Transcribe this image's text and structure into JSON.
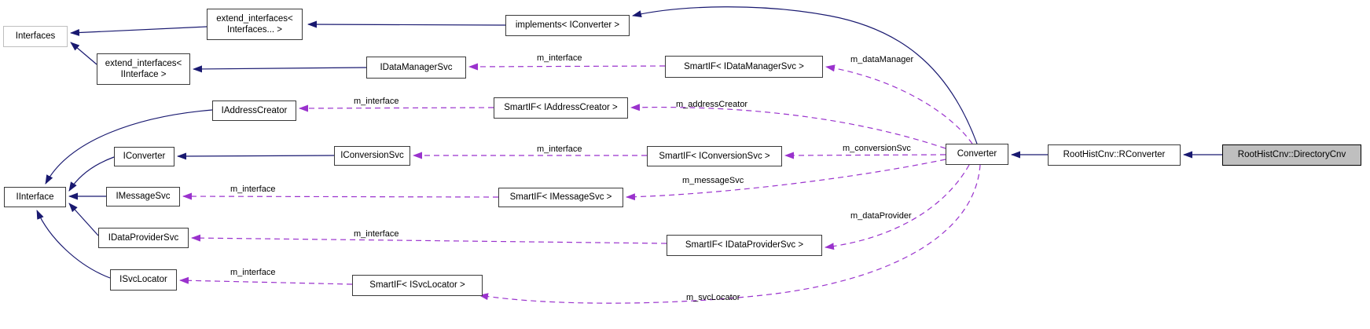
{
  "diagram": {
    "kind": "collaboration-graph",
    "highlighted_node": "RootHistCnv::DirectoryCnv",
    "colors": {
      "inheritance_edge": "#191970",
      "usage_edge": "#9a32cd",
      "highlight_fill": "#bfbfbf",
      "node_border": "#3a3a3a",
      "external_border": "#bfbfbf",
      "background": "#ffffff"
    },
    "nodes": [
      {
        "label": "Interfaces"
      },
      {
        "label": "extend_interfaces<\nInterfaces... >"
      },
      {
        "label": "implements< IConverter >"
      },
      {
        "label": "extend_interfaces<\nIInterface >"
      },
      {
        "label": "IDataManagerSvc"
      },
      {
        "label": "SmartIF< IDataManagerSvc >"
      },
      {
        "label": "IAddressCreator"
      },
      {
        "label": "SmartIF< IAddressCreator >"
      },
      {
        "label": "IConverter"
      },
      {
        "label": "IConversionSvc"
      },
      {
        "label": "SmartIF< IConversionSvc >"
      },
      {
        "label": "Converter"
      },
      {
        "label": "RootHistCnv::RConverter"
      },
      {
        "label": "RootHistCnv::DirectoryCnv"
      },
      {
        "label": "IInterface"
      },
      {
        "label": "IMessageSvc"
      },
      {
        "label": "SmartIF< IMessageSvc >"
      },
      {
        "label": "IDataProviderSvc"
      },
      {
        "label": "SmartIF< IDataProviderSvc >"
      },
      {
        "label": "ISvcLocator"
      },
      {
        "label": "SmartIF< ISvcLocator >"
      }
    ],
    "edge_labels": [
      {
        "text": "m_interface"
      },
      {
        "text": "m_dataManager"
      },
      {
        "text": "m_interface"
      },
      {
        "text": "m_addressCreator"
      },
      {
        "text": "m_interface"
      },
      {
        "text": "m_conversionSvc"
      },
      {
        "text": "m_interface"
      },
      {
        "text": "m_messageSvc"
      },
      {
        "text": "m_interface"
      },
      {
        "text": "m_dataProvider"
      },
      {
        "text": "m_interface"
      },
      {
        "text": "m_svcLocator"
      }
    ],
    "edges": [
      {
        "from": "implements< IConverter >",
        "to": "extend_interfaces< Interfaces... >",
        "type": "inheritance"
      },
      {
        "from": "extend_interfaces< Interfaces... >",
        "to": "Interfaces",
        "type": "inheritance"
      },
      {
        "from": "extend_interfaces< IInterface >",
        "to": "Interfaces",
        "type": "inheritance"
      },
      {
        "from": "IDataManagerSvc",
        "to": "extend_interfaces< IInterface >",
        "type": "inheritance"
      },
      {
        "from": "Converter",
        "to": "implements< IConverter >",
        "type": "inheritance"
      },
      {
        "from": "IConversionSvc",
        "to": "IConverter",
        "type": "inheritance"
      },
      {
        "from": "IConverter",
        "to": "IInterface",
        "type": "inheritance"
      },
      {
        "from": "IAddressCreator",
        "to": "IInterface",
        "type": "inheritance"
      },
      {
        "from": "IMessageSvc",
        "to": "IInterface",
        "type": "inheritance"
      },
      {
        "from": "IDataProviderSvc",
        "to": "IInterface",
        "type": "inheritance"
      },
      {
        "from": "ISvcLocator",
        "to": "IInterface",
        "type": "inheritance"
      },
      {
        "from": "RootHistCnv::RConverter",
        "to": "Converter",
        "type": "inheritance"
      },
      {
        "from": "RootHistCnv::DirectoryCnv",
        "to": "RootHistCnv::RConverter",
        "type": "inheritance"
      },
      {
        "from": "SmartIF< IDataManagerSvc >",
        "to": "IDataManagerSvc",
        "type": "usage",
        "label": "m_interface"
      },
      {
        "from": "Converter",
        "to": "SmartIF< IDataManagerSvc >",
        "type": "usage",
        "label": "m_dataManager"
      },
      {
        "from": "SmartIF< IAddressCreator >",
        "to": "IAddressCreator",
        "type": "usage",
        "label": "m_interface"
      },
      {
        "from": "Converter",
        "to": "SmartIF< IAddressCreator >",
        "type": "usage",
        "label": "m_addressCreator"
      },
      {
        "from": "SmartIF< IConversionSvc >",
        "to": "IConversionSvc",
        "type": "usage",
        "label": "m_interface"
      },
      {
        "from": "Converter",
        "to": "SmartIF< IConversionSvc >",
        "type": "usage",
        "label": "m_conversionSvc"
      },
      {
        "from": "SmartIF< IMessageSvc >",
        "to": "IMessageSvc",
        "type": "usage",
        "label": "m_interface"
      },
      {
        "from": "Converter",
        "to": "SmartIF< IMessageSvc >",
        "type": "usage",
        "label": "m_messageSvc"
      },
      {
        "from": "SmartIF< IDataProviderSvc >",
        "to": "IDataProviderSvc",
        "type": "usage",
        "label": "m_interface"
      },
      {
        "from": "Converter",
        "to": "SmartIF< IDataProviderSvc >",
        "type": "usage",
        "label": "m_dataProvider"
      },
      {
        "from": "SmartIF< ISvcLocator >",
        "to": "ISvcLocator",
        "type": "usage",
        "label": "m_interface"
      },
      {
        "from": "Converter",
        "to": "SmartIF< ISvcLocator >",
        "type": "usage",
        "label": "m_svcLocator"
      }
    ]
  }
}
